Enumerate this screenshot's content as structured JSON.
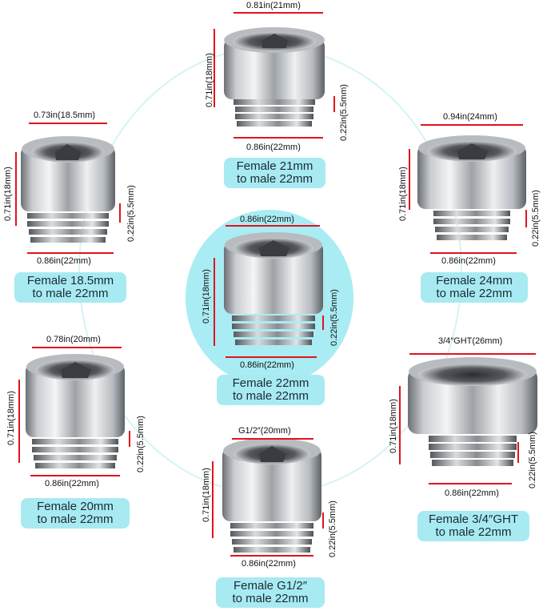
{
  "fittings": [
    {
      "key": "f21",
      "top_dim": "0.81in(21mm)",
      "height_dim": "0.71in(18mm)",
      "thread_dim": "0.22in(5.5mm)",
      "bottom_dim": "0.86in(22mm)",
      "label_line1": "Female 21mm",
      "label_line2": "to male 22mm"
    },
    {
      "key": "f185",
      "top_dim": "0.73in(18.5mm)",
      "height_dim": "0.71in(18mm)",
      "thread_dim": "0.22in(5.5mm)",
      "bottom_dim": "0.86in(22mm)",
      "label_line1": "Female 18.5mm",
      "label_line2": "to male 22mm"
    },
    {
      "key": "f24",
      "top_dim": "0.94in(24mm)",
      "height_dim": "0.71in(18mm)",
      "thread_dim": "0.22in(5.5mm)",
      "bottom_dim": "0.86in(22mm)",
      "label_line1": "Female 24mm",
      "label_line2": "to male 22mm"
    },
    {
      "key": "f22",
      "top_dim": "0.86in(22mm)",
      "height_dim": "0.71in(18mm)",
      "thread_dim": "0.22in(5.5mm)",
      "bottom_dim": "0.86in(22mm)",
      "label_line1": "Female 22mm",
      "label_line2": "to male 22mm"
    },
    {
      "key": "f20",
      "top_dim": "0.78in(20mm)",
      "height_dim": "0.71in(18mm)",
      "thread_dim": "0.22in(5.5mm)",
      "bottom_dim": "0.86in(22mm)",
      "label_line1": "Female 20mm",
      "label_line2": "to male 22mm"
    },
    {
      "key": "fg12",
      "top_dim": "G1/2″(20mm)",
      "height_dim": "0.71in(18mm)",
      "thread_dim": "0.22in(5.5mm)",
      "bottom_dim": "0.86in(22mm)",
      "label_line1": "Female G1/2″",
      "label_line2": "to male 22mm"
    },
    {
      "key": "fght",
      "top_dim": "3/4″GHT(26mm)",
      "height_dim": "0.71in(18mm)",
      "thread_dim": "0.22in(5.5mm)",
      "bottom_dim": "0.86in(22mm)",
      "label_line1": "Female 3/4″GHT",
      "label_line2": "to male 22mm"
    }
  ],
  "colors": {
    "dimension_line": "#e0141e",
    "label_bg": "#a8eaf2",
    "ring": "#d6f3f6",
    "chrome_light": "#e8eaec",
    "chrome_dark": "#5d6266"
  }
}
